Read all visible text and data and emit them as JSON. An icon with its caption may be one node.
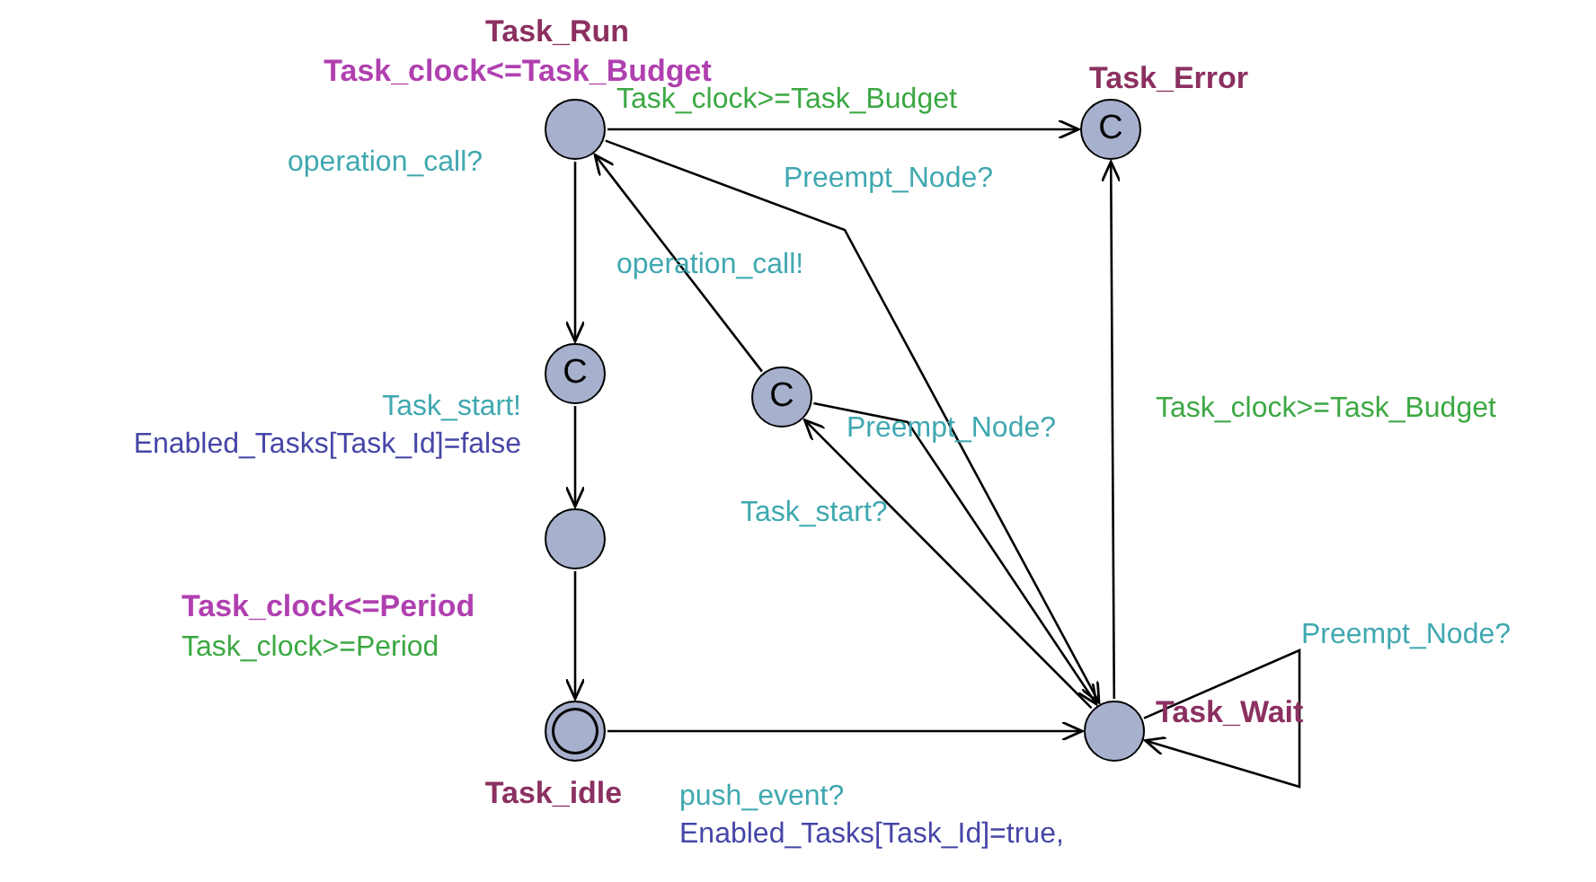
{
  "diagram": {
    "nodes": [
      {
        "text": [
          "Task_Run",
          "Task_clock<=Task_Budget"
        ]
      },
      {
        "text": [
          "Task_Error",
          "C"
        ]
      },
      {
        "text": [
          "C"
        ]
      },
      {
        "text": [
          "C"
        ]
      },
      {
        "text": [
          "Task_clock<=Period"
        ]
      },
      {
        "text": [
          "Task_idle"
        ]
      },
      {
        "text": [
          "Task_Wait"
        ]
      }
    ],
    "edges": [
      {
        "from": 0,
        "to": 2,
        "arrow": "to",
        "label": "operation_call?"
      },
      {
        "from": 2,
        "to": 4,
        "arrow": "to",
        "label": "Task_start! Enabled_Tasks[Task_Id]=false"
      },
      {
        "from": 4,
        "to": 5,
        "arrow": "to",
        "label": "Task_clock>=Period"
      },
      {
        "from": 5,
        "to": 6,
        "arrow": "to",
        "label": "push_event? Enabled_Tasks[Task_Id]=true,"
      },
      {
        "from": 0,
        "to": 1,
        "arrow": "to",
        "label": "Task_clock>=Task_Budget"
      },
      {
        "from": 0,
        "to": 6,
        "arrow": "to",
        "label": "Preempt_Node?"
      },
      {
        "from": 3,
        "to": 0,
        "arrow": "to",
        "label": "operation_call!"
      },
      {
        "from": 3,
        "to": 6,
        "arrow": "to",
        "label": "Preempt_Node?"
      },
      {
        "from": 6,
        "to": 3,
        "arrow": "to",
        "label": "Task_start?"
      },
      {
        "from": 6,
        "to": 1,
        "arrow": "to",
        "label": "Task_clock>=Task_Budget"
      },
      {
        "from": 6,
        "to": 6,
        "arrow": "to",
        "label": "Preempt_Node?"
      }
    ]
  }
}
